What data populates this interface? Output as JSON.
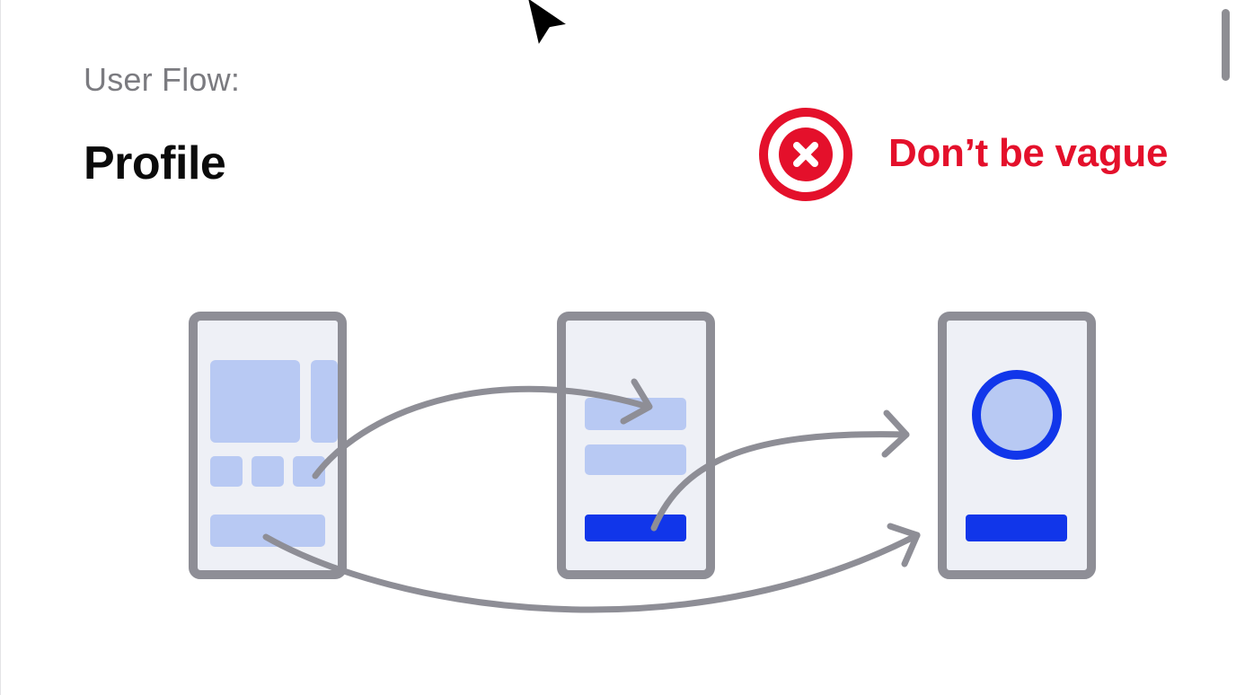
{
  "slide": {
    "eyebrow": "User Flow:",
    "title": "Profile"
  },
  "rule": {
    "label": "Don’t be vague",
    "icon": "x-circle-icon",
    "color": "#e4102b"
  },
  "colors": {
    "device_outline": "#8e8e96",
    "device_fill": "#eef0f6",
    "placeholder_block": "#b8c9f3",
    "accent_blue": "#1136ea",
    "arrow": "#8e8e96"
  },
  "diagram": {
    "screens": [
      {
        "name": "home-screen",
        "content": "content grid"
      },
      {
        "name": "form-screen",
        "content": "form fields and primary button"
      },
      {
        "name": "profile-screen",
        "content": "avatar and primary button"
      }
    ],
    "arrows": [
      {
        "from": "home-screen tile",
        "to": "form-screen"
      },
      {
        "from": "form-screen button",
        "to": "profile-screen"
      },
      {
        "from": "home-screen banner",
        "to": "profile-screen"
      }
    ]
  }
}
